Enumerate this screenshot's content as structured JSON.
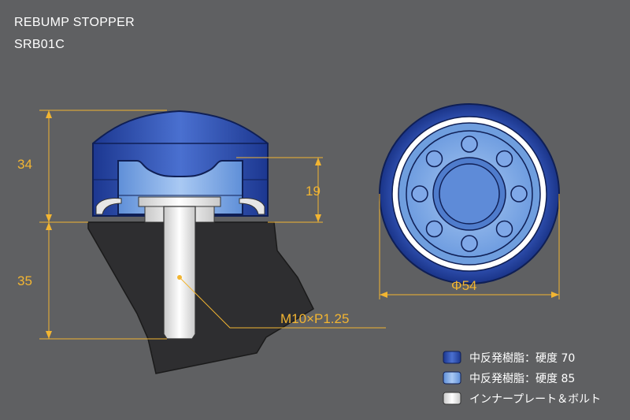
{
  "header": {
    "title": "REBUMP STOPPER",
    "part_number": "SRB01C"
  },
  "dimensions": {
    "total_height": "34",
    "inner_height": "19",
    "lower_length": "35",
    "thread": "M10×P1.25",
    "diameter": "Φ54"
  },
  "legend": [
    {
      "label": "中反発樹脂：硬度 70",
      "color": "#2d4fb0"
    },
    {
      "label": "中反発樹脂：硬度 85",
      "color": "#6e9fe0"
    },
    {
      "label": "インナープレート＆ボルト",
      "color": "#e6e6e6"
    }
  ],
  "colors": {
    "dimension": "#f2b532",
    "background": "#5f6062",
    "mount": "#2e2e30"
  }
}
